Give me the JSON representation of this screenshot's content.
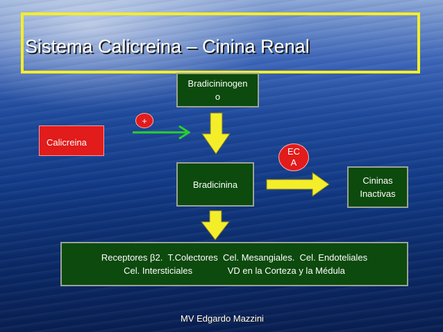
{
  "slide": {
    "title": "Sistema Calicreina – Cinina Renal",
    "footer": "MV Edgardo Mazzini"
  },
  "nodes": {
    "bradicininogeno": "Bradicininogen\no",
    "calicreina": "Calicreina",
    "plus": "+",
    "bradicinina": "Bradicinina",
    "eca": "EC\nA",
    "cininas": "Cininas\nInactivas",
    "receptores_line1": "Receptores β2.  T.Colectores  Cel. Mesangiales.  Cel. Endoteliales",
    "receptores_line2": "Cel. Intersticiales              VD en la Corteza y la Médula"
  },
  "colors": {
    "frame": "#f4ee2a",
    "box_fill": "#0d4a0d",
    "calicreina_fill": "#e21b1b",
    "arrow_fill": "#f4ee2a",
    "connector_green": "#2bd12b"
  }
}
